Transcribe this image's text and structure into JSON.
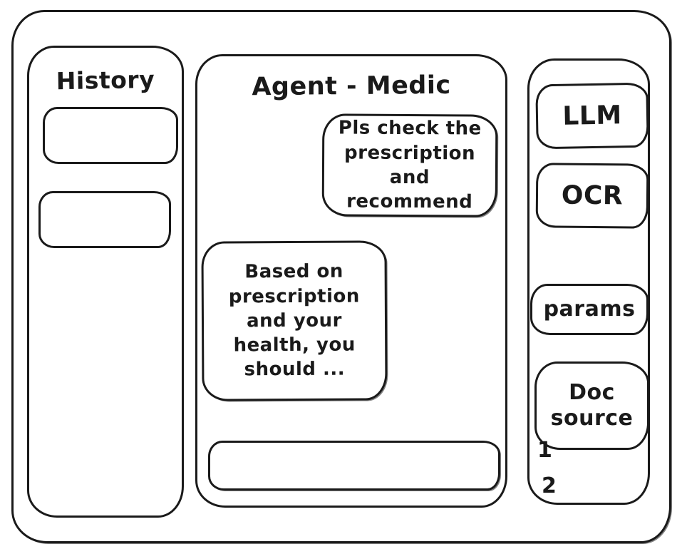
{
  "window": {
    "background": "#ffffff",
    "stroke_color": "#1a1a1a"
  },
  "sidebar": {
    "title": "History",
    "items": [
      {
        "label": ""
      },
      {
        "label": ""
      }
    ]
  },
  "chat": {
    "title": "Agent - Medic",
    "messages": [
      {
        "role": "user",
        "text": "Pls check the prescription and recommend"
      },
      {
        "role": "assistant",
        "text": "Based on prescription and your health, you should ..."
      }
    ],
    "input": {
      "value": "",
      "placeholder": ""
    }
  },
  "tools": {
    "buttons": [
      {
        "id": "llm",
        "label": "LLM"
      },
      {
        "id": "ocr",
        "label": "OCR"
      },
      {
        "id": "params",
        "label": "params"
      },
      {
        "id": "doc-source",
        "label": "Doc source"
      }
    ],
    "doc_list": [
      "1",
      "2"
    ]
  }
}
